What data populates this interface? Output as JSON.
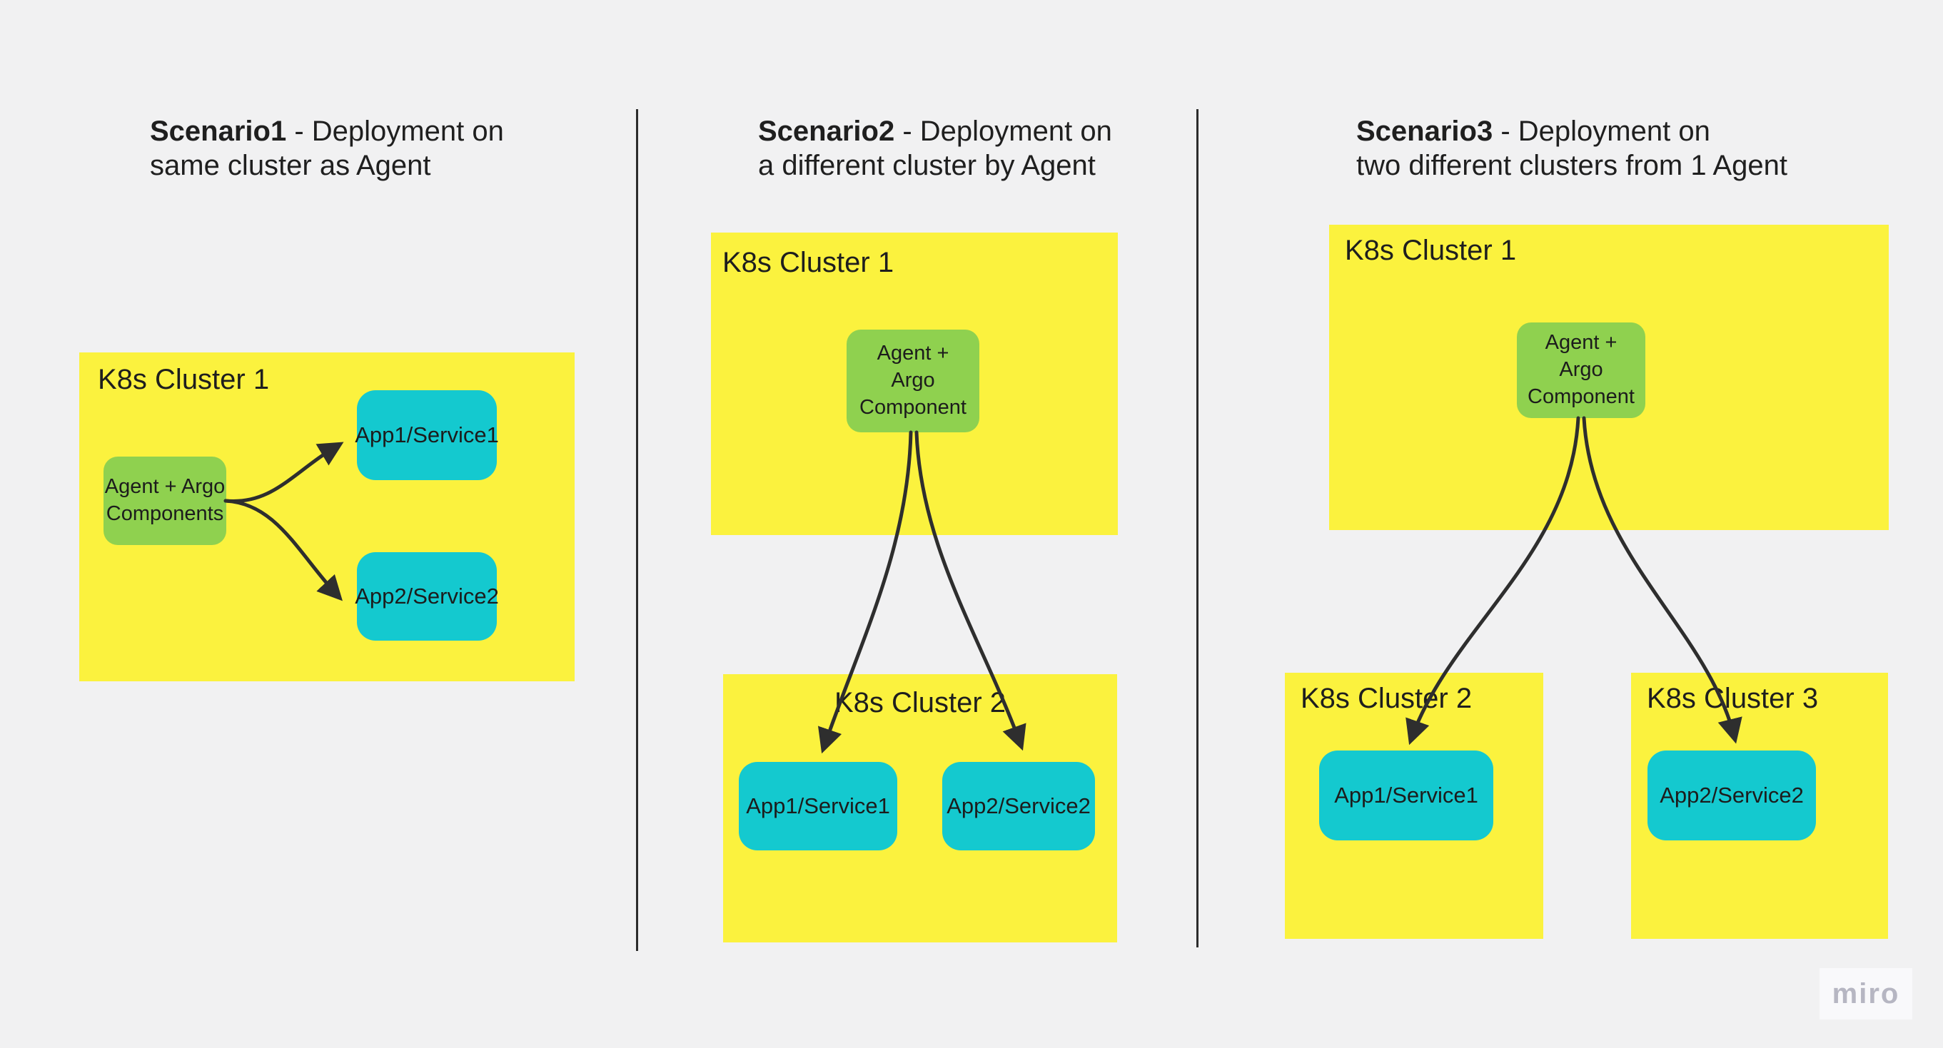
{
  "board": {
    "background_color": "#f1f1f2",
    "sticky_yellow_color": "#fbf23e",
    "agent_green_color": "#8fd14f",
    "app_cyan_color": "#14c9cf",
    "connector_color": "#2e2e2e",
    "text_color": "#1e1e1e"
  },
  "scenarios": [
    {
      "title": {
        "bold": "Scenario1",
        "rest": " - Deployment on",
        "line2": "same cluster as Agent"
      },
      "cluster1": {
        "label": "K8s Cluster 1"
      },
      "agent": {
        "line1": "Agent + Argo",
        "line2": "Components"
      },
      "app1": "App1/Service1",
      "app2": "App2/Service2"
    },
    {
      "title": {
        "bold": "Scenario2",
        "rest": " - Deployment on",
        "line2": "a different cluster by Agent"
      },
      "cluster1": {
        "label": "K8s Cluster 1"
      },
      "cluster2": {
        "label": "K8s Cluster 2"
      },
      "agent": {
        "line1": "Agent +",
        "line2": "Argo",
        "line3": "Component"
      },
      "app1": "App1/Service1",
      "app2": "App2/Service2"
    },
    {
      "title": {
        "bold": "Scenario3",
        "rest": " - Deployment on",
        "line2": "two different clusters from 1 Agent"
      },
      "cluster1": {
        "label": "K8s Cluster 1"
      },
      "cluster2": {
        "label": "K8s Cluster 2"
      },
      "cluster3": {
        "label": "K8s Cluster 3"
      },
      "agent": {
        "line1": "Agent +",
        "line2": "Argo",
        "line3": "Component"
      },
      "app1": "App1/Service1",
      "app2": "App2/Service2"
    }
  ],
  "watermark": "miro"
}
